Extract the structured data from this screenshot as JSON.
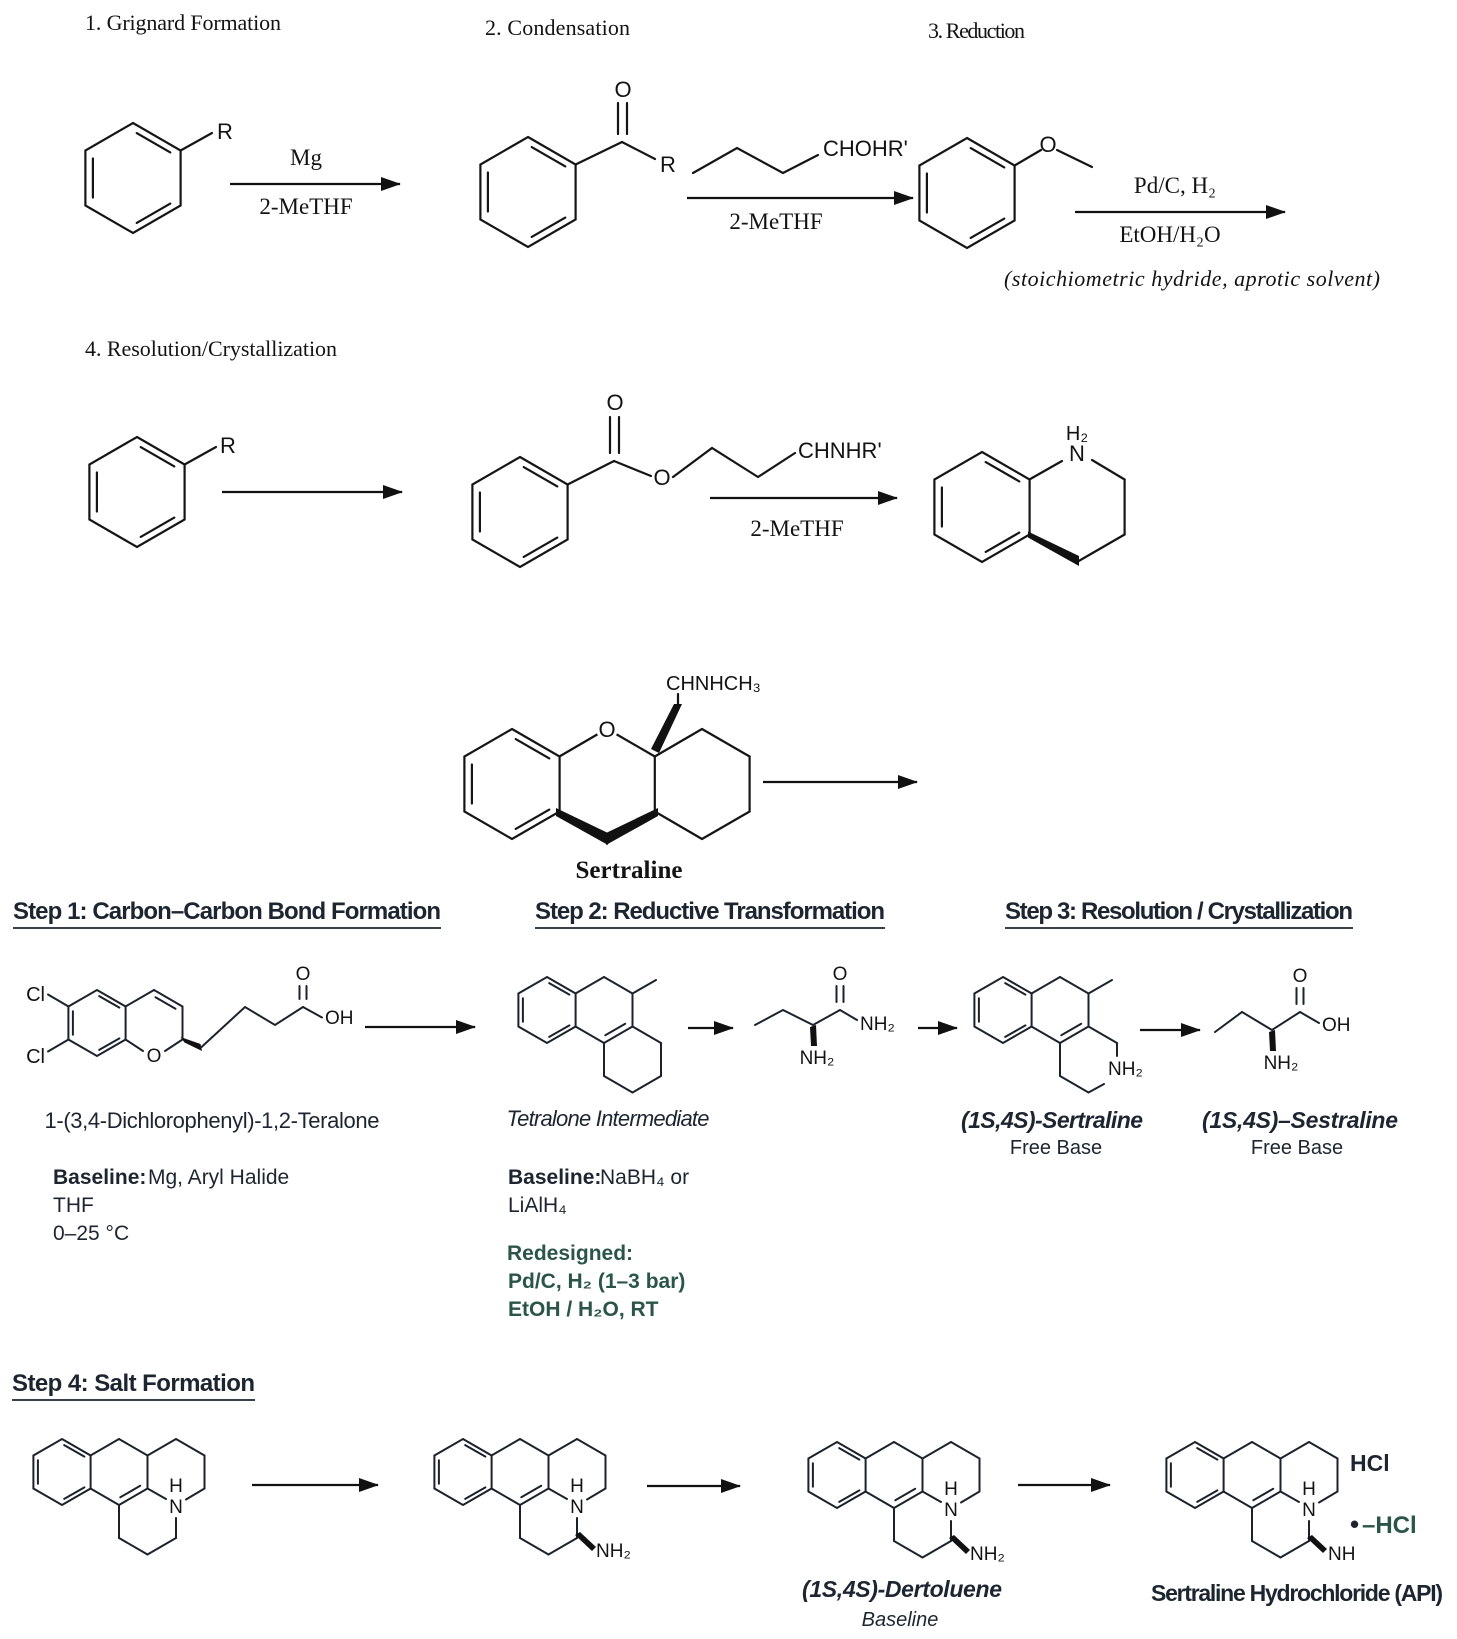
{
  "colors": {
    "ink": "#111111",
    "hand_ink": "#1d2530",
    "teal": "#2b5549"
  },
  "top": {
    "s1": {
      "title": "1. Grignard Formation",
      "r": "R",
      "above": "Mg",
      "below": "2-MeTHF"
    },
    "s2": {
      "title": "2. Condensation",
      "o": "O",
      "r": "R",
      "reagent": "CHOHR'",
      "below": "2-MeTHF"
    },
    "s3": {
      "title": "3. Reduction",
      "o": "O",
      "above": "Pd/C, H₂",
      "below": "EtOH/H₂O",
      "note": "(stoichiometric hydride, aprotic solvent)"
    },
    "s4": {
      "title": "4. Resolution/Crystallization",
      "r": "R",
      "o_carbonyl": "O",
      "o_ester": "O",
      "reagent": "CHNHR'",
      "below": "2-MeTHF",
      "h2": "H₂",
      "n": "N"
    },
    "sert": {
      "substituent": "CHNHCH₃",
      "o": "O",
      "label": "Sertraline"
    }
  },
  "bottom": {
    "s1": {
      "title": "Step 1: Carbon–Carbon Bond Formation",
      "cl1": "Cl",
      "cl2": "Cl",
      "o_ring": "O",
      "o_carbonyl": "O",
      "oh": "OH",
      "name": "1-(3,4-Dichlorophenyl)-1,2-Teralone",
      "baseline_label": "Baseline:",
      "baseline_text": "Mg, Aryl Halide",
      "line2": "THF",
      "line3": "0–25 °C"
    },
    "s2": {
      "title": "Step 2: Reductive Transformation",
      "o": "O",
      "nh2_right": "NH₂",
      "nh2_down": "NH₂",
      "name": "Tetralone Intermediate",
      "baseline_label": "Baseline:",
      "baseline_text": "NaBH₄ or",
      "baseline_line2": "LiAlH₄",
      "redesigned_label": "Redesigned:",
      "redesigned_line1": "Pd/C, H₂ (1–3 bar)",
      "redesigned_line2": "EtOH / H₂O, RT"
    },
    "s3": {
      "title": "Step 3: Resolution / Crystallization",
      "nh2_ring": "NH₂",
      "o": "O",
      "oh": "OH",
      "nh2": "NH₂",
      "product1_name": "(1S,4S)-Sertraline",
      "product1_sub": "Free Base",
      "product2_name": "(1S,4S)–Sestraline",
      "product2_sub": "Free Base"
    },
    "s4": {
      "title": "Step 4: Salt Formation",
      "n": "N",
      "h": "H",
      "nh2": "NH₂",
      "nh": "NH",
      "hcl_top": "HCl",
      "dot": "•",
      "hcl_salt": "–HCl",
      "product3_name": "(1S,4S)-Dertoluene",
      "product3_sub": "Baseline",
      "api_name": "Sertraline Hydrochloride (API)"
    }
  }
}
